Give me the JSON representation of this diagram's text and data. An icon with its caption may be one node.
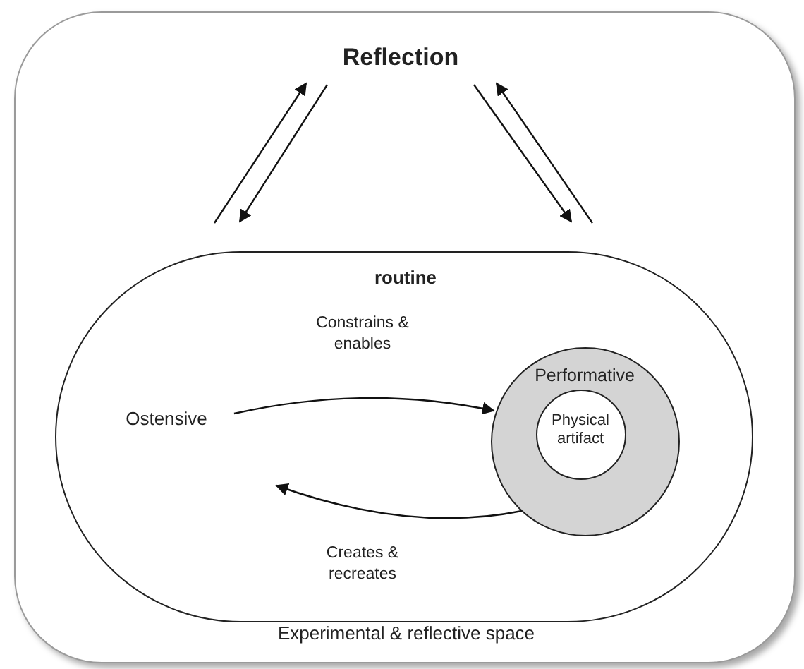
{
  "diagram": {
    "nodes": [
      {
        "text": [
          "Experimental & reflective space"
        ]
      },
      {
        "text": [
          "Reflection"
        ],
        "in": 0
      },
      {
        "text": [
          "routine"
        ],
        "in": 0
      },
      {
        "text": [
          "Ostensive"
        ],
        "in": 2
      },
      {
        "text": [
          "Performative"
        ],
        "in": 2
      },
      {
        "text": [
          "Physical artifact"
        ],
        "in": 4
      }
    ],
    "edges": [
      {
        "from": 2,
        "to": 1,
        "arrow": "to"
      },
      {
        "from": 1,
        "to": 2,
        "arrow": "to"
      },
      {
        "from": 1,
        "to": 2,
        "arrow": "to"
      },
      {
        "from": 2,
        "to": 1,
        "arrow": "to"
      },
      {
        "from": 3,
        "to": 4,
        "arrow": "to",
        "label": "Constrains & enables"
      },
      {
        "from": 4,
        "to": 3,
        "arrow": "to",
        "label": "Creates & recreates"
      }
    ]
  }
}
